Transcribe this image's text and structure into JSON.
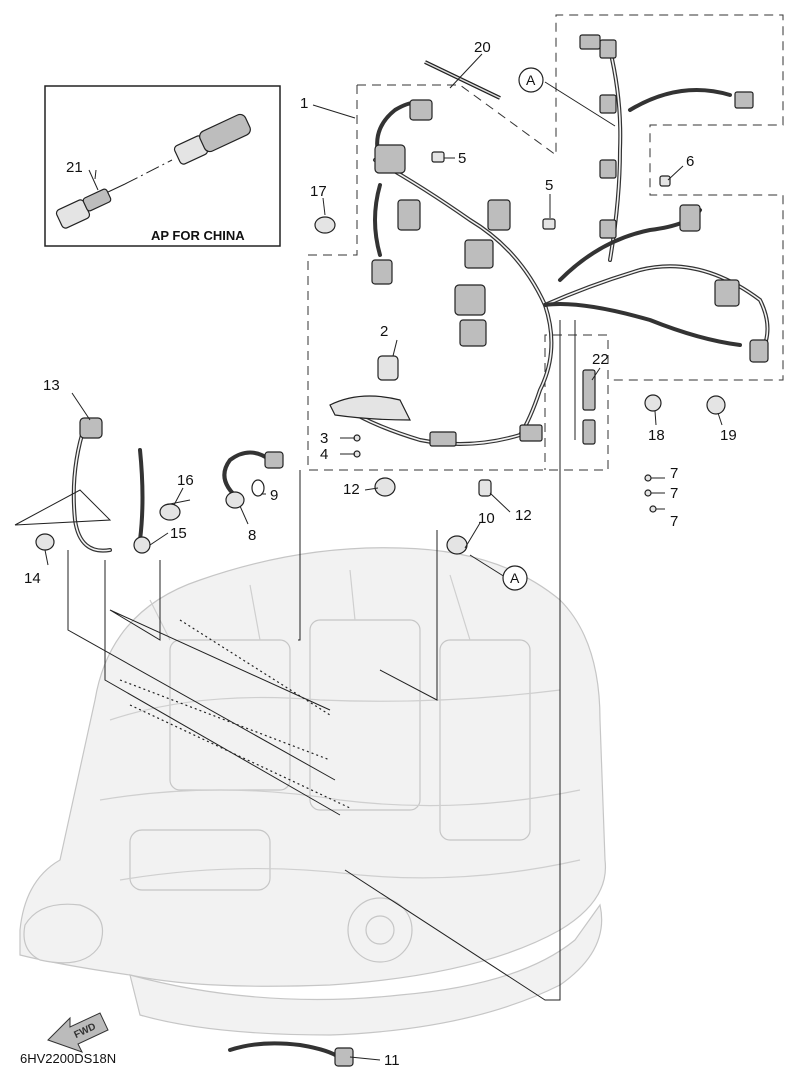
{
  "diagram": {
    "code": "6HV2200DS18N",
    "inset_label": "AP FOR CHINA",
    "fwd_label": "FWD",
    "callout_letter": "A",
    "part_numbers": {
      "p1": "1",
      "p2": "2",
      "p3": "3",
      "p4": "4",
      "p5a": "5",
      "p5b": "5",
      "p6": "6",
      "p7a": "7",
      "p7b": "7",
      "p7c": "7",
      "p8": "8",
      "p9": "9",
      "p10": "10",
      "p11": "11",
      "p12a": "12",
      "p12b": "12",
      "p13": "13",
      "p14": "14",
      "p15": "15",
      "p16": "16",
      "p17": "17",
      "p18": "18",
      "p19": "19",
      "p20": "20",
      "p21": "21",
      "p22": "22"
    }
  }
}
